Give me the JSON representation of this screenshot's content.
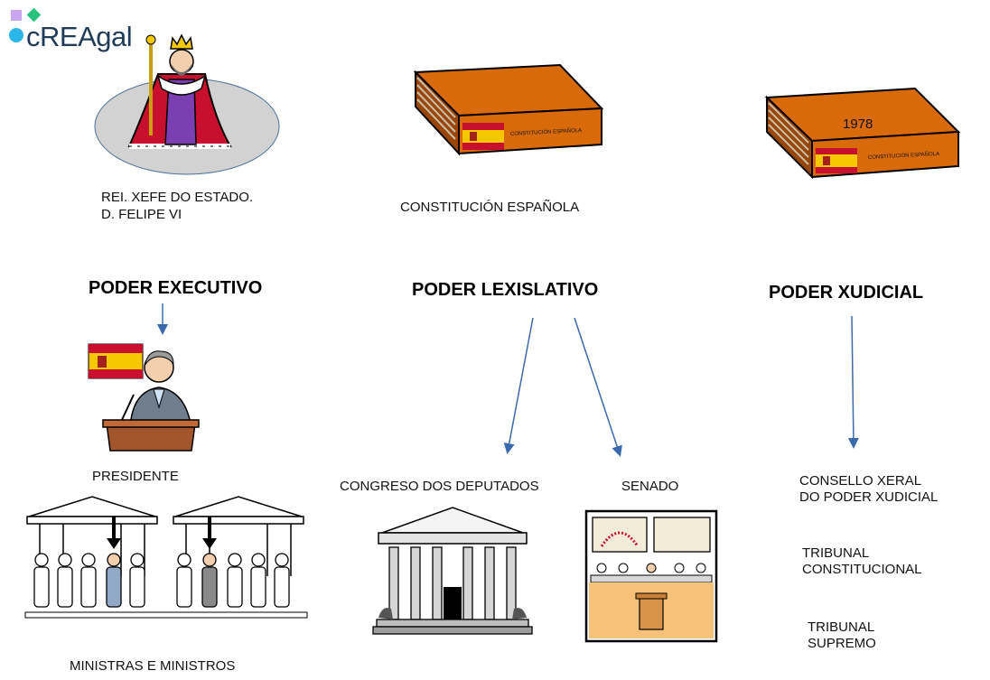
{
  "logo": {
    "text": "cREAgal"
  },
  "book2": {
    "year": "1978"
  },
  "labels": {
    "king": [
      "REI. XEFE DO ESTADO.",
      "D. FELIPE VI"
    ],
    "constitution": "CONSTITUCIÓN ESPAÑOLA",
    "spine": "CONSTITUCIÓN ESPAÑOLA",
    "president": "PRESIDENTE",
    "ministers": "MINISTRAS E MINISTROS",
    "congress": "CONGRESO DOS DEPUTADOS",
    "senate": "SENADO",
    "cgpj": [
      "CONSELLO XERAL",
      "DO PODER XUDICIAL"
    ],
    "tc": [
      "TRIBUNAL",
      "CONSTITUCIONAL"
    ],
    "ts": [
      "TRIBUNAL",
      "SUPREMO"
    ]
  },
  "headings": {
    "executive": "PODER EXECUTIVO",
    "legislative": "PODER LEXISLATIVO",
    "judicial": "PODER XUDICIAL"
  },
  "colors": {
    "book": "#d86a0a",
    "book_dark": "#9a4706",
    "flag_red": "#c8102e",
    "flag_yellow": "#f6c800",
    "arrow": "#3a6aad",
    "logo_text": "#1f3b57",
    "logo_cyan": "#2ab6e8",
    "logo_green": "#27c27b",
    "logo_lilac": "#c9a6ef"
  }
}
